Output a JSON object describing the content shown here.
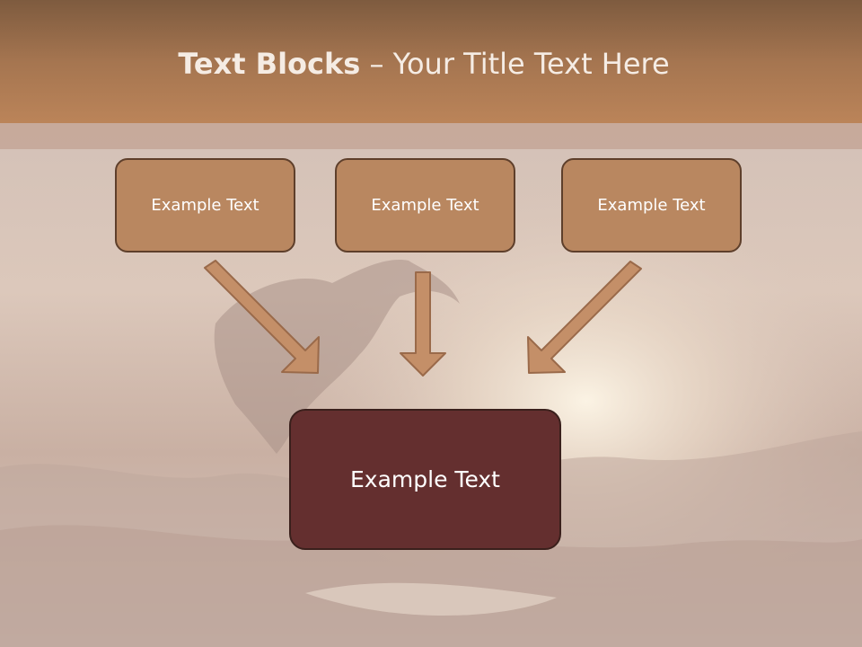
{
  "slide": {
    "title_bold": "Text Blocks",
    "title_separator": " – ",
    "title_rest": "Your Title Text Here"
  },
  "blocks": [
    {
      "label": "Example Text"
    },
    {
      "label": "Example Text"
    },
    {
      "label": "Example Text"
    }
  ],
  "target_block": {
    "label": "Example Text"
  },
  "colors": {
    "header": "#a57550",
    "block_fill": "#b98760",
    "target_fill": "#642f2f",
    "arrow_fill": "#c48f68",
    "arrow_stroke": "#9a6a4a"
  }
}
